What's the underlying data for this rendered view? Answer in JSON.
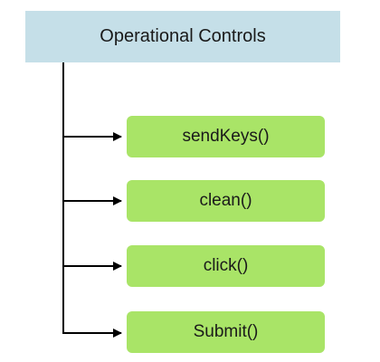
{
  "header": {
    "title": "Operational Controls"
  },
  "items": [
    {
      "label": "sendKeys()"
    },
    {
      "label": "clean()"
    },
    {
      "label": "click()"
    },
    {
      "label": "Submit()"
    }
  ],
  "colors": {
    "header_fill": "#c5dfe8",
    "node_fill": "#a9e467",
    "line": "#000000"
  }
}
